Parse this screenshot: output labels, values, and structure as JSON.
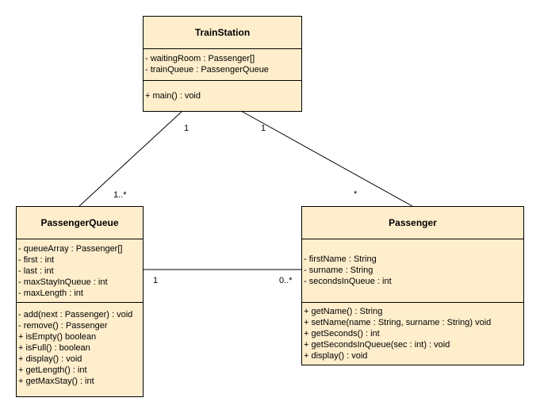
{
  "diagram": {
    "line_color": "#000000",
    "class_fill": "#ffeecc",
    "classes": {
      "train_station": {
        "name": "TrainStation",
        "attributes": [
          "- waitingRoom : Passenger[]",
          "- trainQueue : PassengerQueue"
        ],
        "operations": [
          "+ main() : void"
        ]
      },
      "passenger_queue": {
        "name": "PassengerQueue",
        "attributes": [
          "- queueArray : Passenger[]",
          "- first : int",
          "- last : int",
          "- maxStayInQueue : int",
          "- maxLength : int"
        ],
        "operations": [
          "- add(next : Passenger) : void",
          "- remove() : Passenger",
          "+ isEmpty() boolean",
          "+ isFull() : boolean",
          "+ display() : void",
          "+ getLength() : int",
          "+ getMaxStay() : int"
        ]
      },
      "passenger": {
        "name": "Passenger",
        "attributes": [
          "- firstName : String",
          "- surname : String",
          "- secondsInQueue : int"
        ],
        "operations": [
          "+ getName() : String",
          "+ setName(name : String, surname : String) void",
          "+ getSeconds() : int",
          "+ getSecondsInQueue(sec : int) : void",
          "+ display() : void"
        ]
      }
    },
    "associations": {
      "station_to_queue": {
        "from_multiplicity": "1",
        "to_multiplicity": "1..*"
      },
      "station_to_passenger": {
        "from_multiplicity": "1",
        "to_multiplicity": "*"
      },
      "queue_to_passenger": {
        "from_multiplicity": "1",
        "to_multiplicity": "0..*"
      }
    }
  }
}
